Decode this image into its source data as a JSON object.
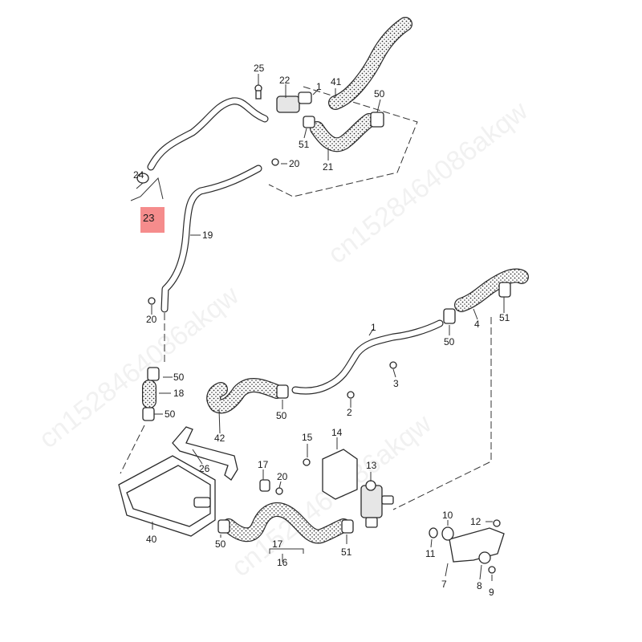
{
  "diagram": {
    "highlighted_part": "23",
    "watermark": "cn1528464086akqw",
    "callouts": {
      "c25": "25",
      "c22": "22",
      "c1_top": "1",
      "c41": "41",
      "c50_top": "50",
      "c51_top": "51",
      "c21": "21",
      "c20_top": "20",
      "c24": "24",
      "c23": "23",
      "c19": "19",
      "c20_left": "20",
      "c50_right": "50",
      "c4": "4",
      "c51_right": "51",
      "c1_mid": "1",
      "c3": "3",
      "c50_a": "50",
      "c18": "18",
      "c50_b": "50",
      "c50_mid": "50",
      "c2": "2",
      "c42": "42",
      "c26": "26",
      "c15": "15",
      "c14": "14",
      "c17_top": "17",
      "c20_bot": "20",
      "c13": "13",
      "c10": "10",
      "c12": "12",
      "c40": "40",
      "c50_bot": "50",
      "c17_bot": "17",
      "c16": "16",
      "c51_bot": "51",
      "c11": "11",
      "c7": "7",
      "c8": "8",
      "c9": "9"
    }
  }
}
